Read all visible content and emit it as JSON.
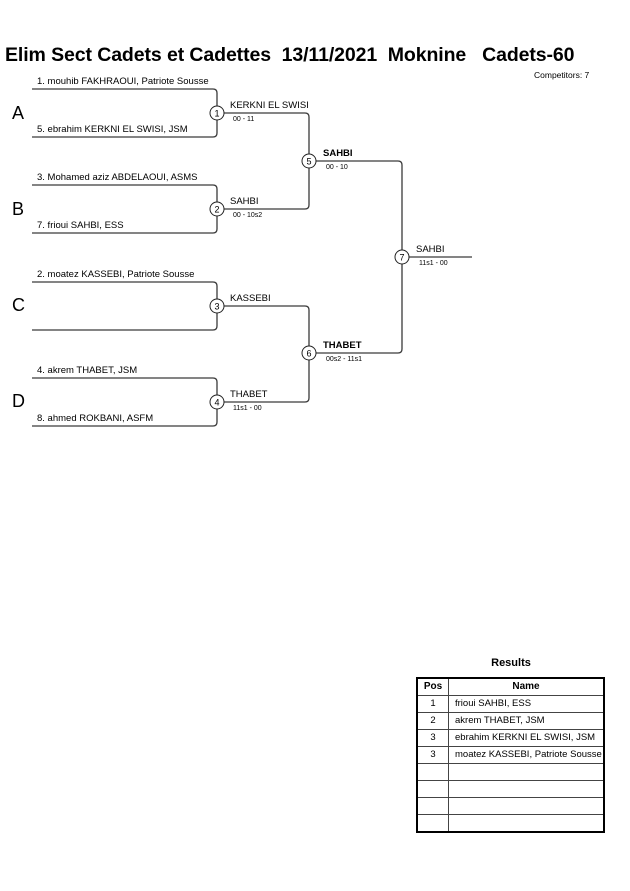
{
  "header": {
    "title": "Elim Sect Cadets et Cadettes  13/11/2021  Moknine   Cadets-60",
    "competitors": "Competitors: 7"
  },
  "groups": [
    "A",
    "B",
    "C",
    "D"
  ],
  "round1": [
    {
      "top": "1. mouhib FAKHRAOUI, Patriote Sousse",
      "bottom": "5. ebrahim KERKNI EL SWISI, JSM"
    },
    {
      "top": "3. Mohamed aziz ABDELAOUI, ASMS",
      "bottom": "7. frioui SAHBI, ESS"
    },
    {
      "top": "2. moatez KASSEBI, Patriote Sousse",
      "bottom": ""
    },
    {
      "top": "4. akrem THABET, JSM",
      "bottom": "8. ahmed ROKBANI, ASFM"
    }
  ],
  "matches": [
    {
      "number": "1",
      "winner": "KERKNI EL SWISI",
      "score": "00 - 11"
    },
    {
      "number": "2",
      "winner": "SAHBI",
      "score": "00 - 10s2"
    },
    {
      "number": "3",
      "winner": "KASSEBI",
      "score": ""
    },
    {
      "number": "4",
      "winner": "THABET",
      "score": "11s1 - 00"
    },
    {
      "number": "5",
      "winner": "SAHBI",
      "score": "00 - 10"
    },
    {
      "number": "6",
      "winner": "THABET",
      "score": "00s2 - 11s1"
    },
    {
      "number": "7",
      "winner": "SAHBI",
      "score": "11s1 - 00"
    }
  ],
  "results": {
    "title": "Results",
    "headers": {
      "pos": "Pos",
      "name": "Name"
    },
    "rows": [
      {
        "pos": "1",
        "name": "frioui SAHBI, ESS"
      },
      {
        "pos": "2",
        "name": "akrem THABET, JSM"
      },
      {
        "pos": "3",
        "name": "ebrahim KERKNI EL SWISI, JSM"
      },
      {
        "pos": "3",
        "name": "moatez KASSEBI, Patriote Sousse"
      },
      {
        "pos": "",
        "name": ""
      },
      {
        "pos": "",
        "name": ""
      },
      {
        "pos": "",
        "name": ""
      },
      {
        "pos": "",
        "name": ""
      }
    ]
  }
}
